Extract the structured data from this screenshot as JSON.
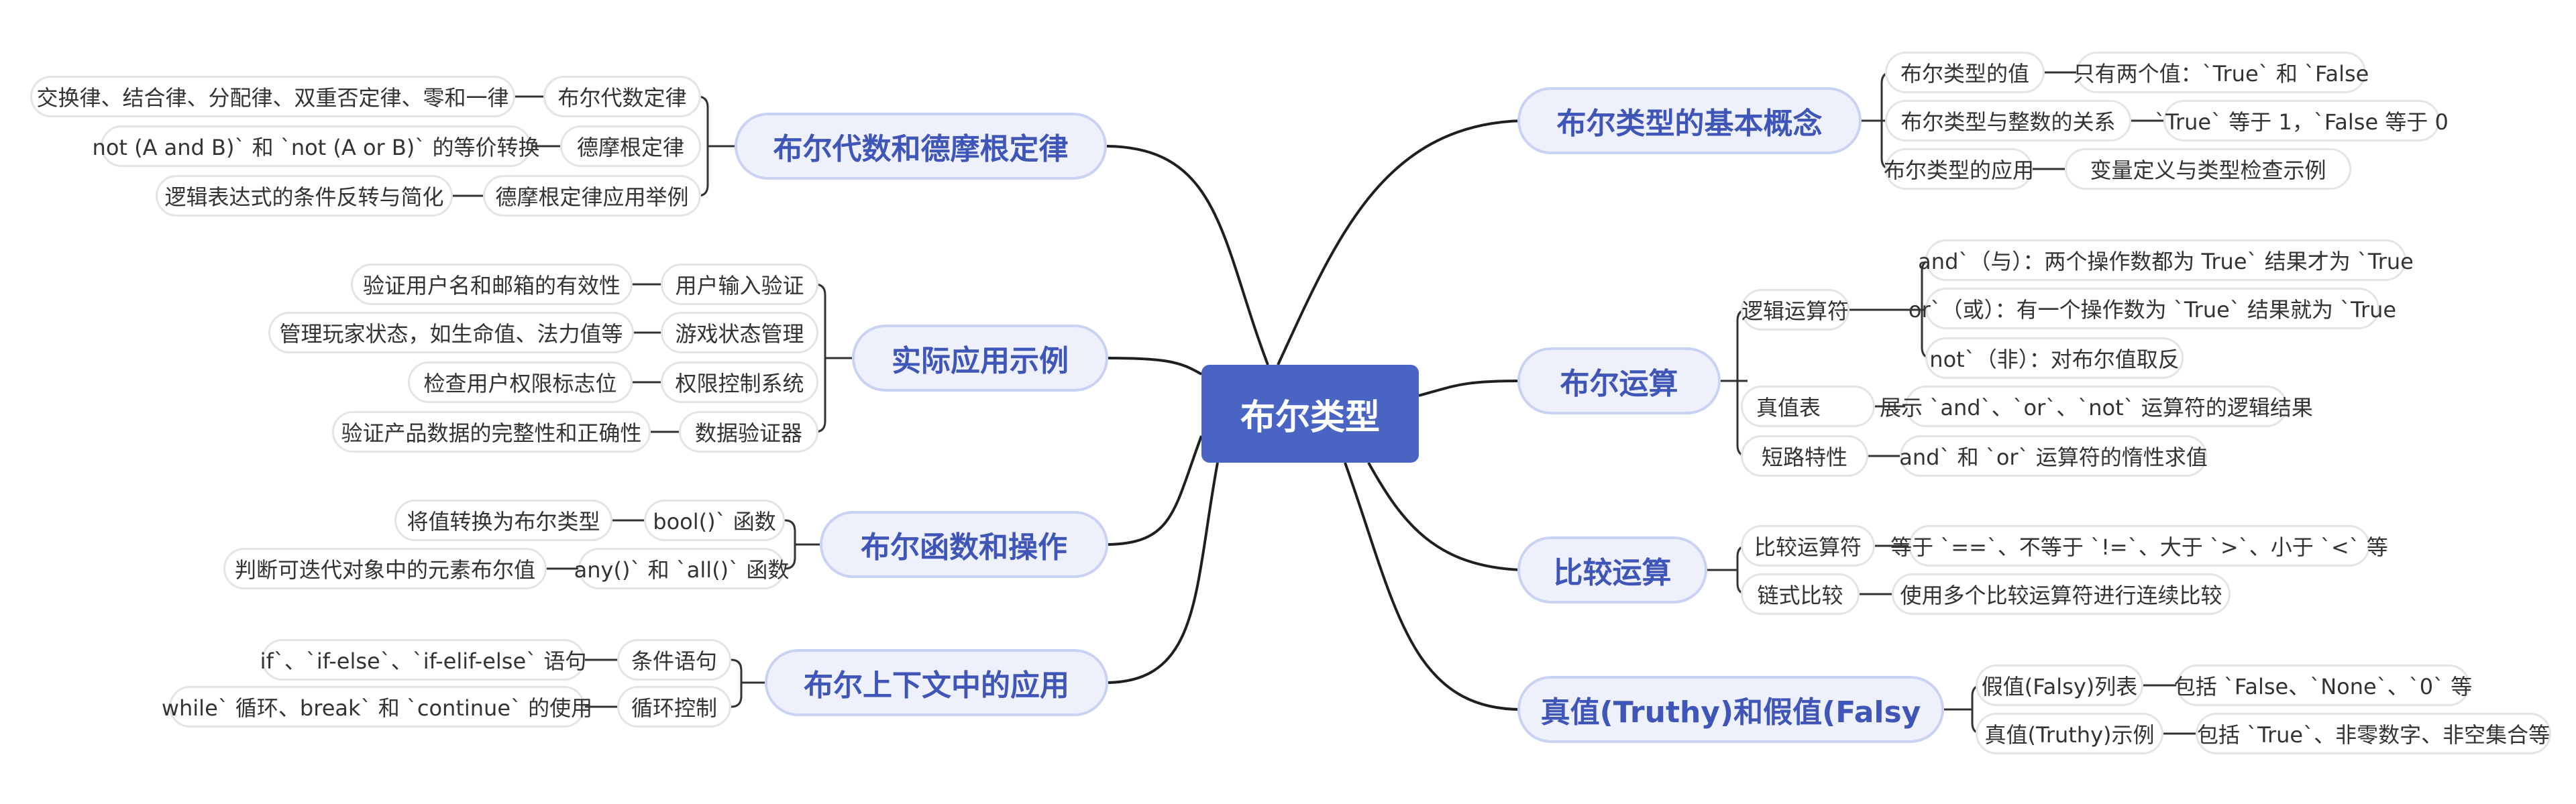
{
  "root": "布尔类型",
  "branches": {
    "basics": {
      "label": "布尔类型的基本概念",
      "items": [
        {
          "label": "布尔类型的值",
          "detail": "只有两个值：`True` 和 `False"
        },
        {
          "label": "布尔类型与整数的关系",
          "detail": "`True` 等于 1，`False 等于 0"
        },
        {
          "label": "布尔类型的应用",
          "detail": "变量定义与类型检查示例"
        }
      ]
    },
    "operations": {
      "label": "布尔运算",
      "logic": {
        "label": "逻辑运算符",
        "details": [
          "and`（与）：两个操作数都为 True` 结果才为 `True",
          "or`（或）：有一个操作数为 `True` 结果就为 `True",
          "not`（非）：对布尔值取反"
        ]
      },
      "truth_table": {
        "label": "真值表",
        "detail": "展示 `and`、`or`、`not` 运算符的逻辑结果"
      },
      "short_circuit": {
        "label": "短路特性",
        "detail": "and` 和 `or` 运算符的惰性求值"
      }
    },
    "comparison": {
      "label": "比较运算",
      "items": [
        {
          "label": "比较运算符",
          "detail": "等于 `==`、不等于 `!=`、大于 `>`、小于 `<` 等"
        },
        {
          "label": "链式比较",
          "detail": "使用多个比较运算符进行连续比较"
        }
      ]
    },
    "truthy": {
      "label": "真值(Truthy)和假值(Falsy",
      "items": [
        {
          "label": "假值(Falsy)列表",
          "detail": "包括 `False、`None`、`0` 等"
        },
        {
          "label": "真值(Truthy)示例",
          "detail": "包括 `True`、非零数字、非空集合等"
        }
      ]
    },
    "algebra": {
      "label": "布尔代数和德摩根定律",
      "items": [
        {
          "label": "布尔代数定律",
          "detail": "交换律、结合律、分配律、双重否定律、零和一律"
        },
        {
          "label": "德摩根定律",
          "detail": "not (A and B)` 和 `not (A or B)` 的等价转换"
        },
        {
          "label": "德摩根定律应用举例",
          "detail": "逻辑表达式的条件反转与简化"
        }
      ]
    },
    "practice": {
      "label": "实际应用示例",
      "items": [
        {
          "label": "用户输入验证",
          "detail": "验证用户名和邮箱的有效性"
        },
        {
          "label": "游戏状态管理",
          "detail": "管理玩家状态，如生命值、法力值等"
        },
        {
          "label": "权限控制系统",
          "detail": "检查用户权限标志位"
        },
        {
          "label": "数据验证器",
          "detail": "验证产品数据的完整性和正确性"
        }
      ]
    },
    "functions": {
      "label": "布尔函数和操作",
      "items": [
        {
          "label": "bool()` 函数",
          "detail": "将值转换为布尔类型"
        },
        {
          "label": "any()` 和 `all()` 函数",
          "detail": "判断可迭代对象中的元素布尔值"
        }
      ]
    },
    "context": {
      "label": "布尔上下文中的应用",
      "items": [
        {
          "label": "条件语句",
          "detail": "if`、`if-else`、`if-elif-else` 语句"
        },
        {
          "label": "循环控制",
          "detail": "while` 循环、break` 和 `continue` 的使用"
        }
      ]
    }
  }
}
